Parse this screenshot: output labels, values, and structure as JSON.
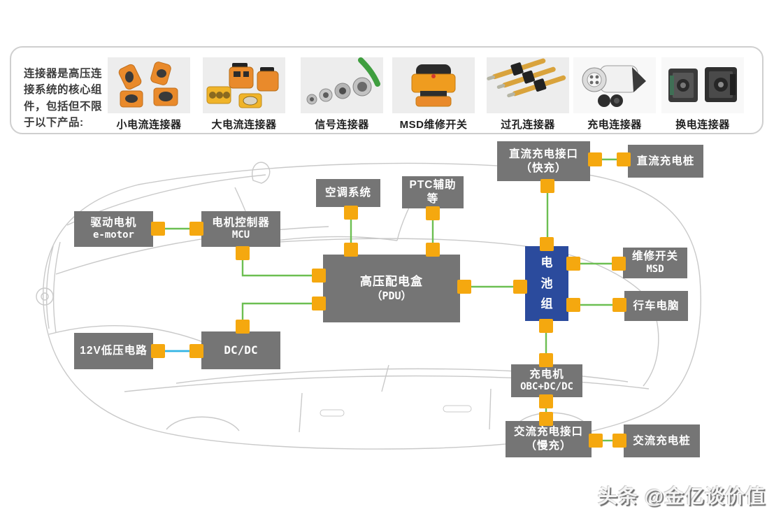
{
  "banner": {
    "intro": "连接器是高压连接系统的核心组件，包括但不限于以下产品:",
    "products": [
      {
        "label": "小电流连接器"
      },
      {
        "label": "大电流连接器"
      },
      {
        "label": "信号连接器"
      },
      {
        "label": "MSD维修开关"
      },
      {
        "label": "过孔连接器"
      },
      {
        "label": "充电连接器"
      },
      {
        "label": "换电连接器"
      }
    ]
  },
  "diagram": {
    "boxes": {
      "drive_motor": {
        "line1": "驱动电机",
        "line2": "e-motor"
      },
      "mcu": {
        "line1": "电机控制器",
        "line2": "MCU"
      },
      "hvac": {
        "line1": "空调系统"
      },
      "ptc": {
        "line1": "PTC辅助",
        "line2": "等"
      },
      "dc_charge_port": {
        "line1": "直流充电接口",
        "line2": "（快充）"
      },
      "dc_charge_pile": {
        "line1": "直流充电桩"
      },
      "pdu": {
        "line1": "高压配电盒",
        "line2": "（PDU）"
      },
      "battery": {
        "line1": "电池组"
      },
      "msd": {
        "line1": "维修开关",
        "line2": "MSD"
      },
      "trip_computer": {
        "line1": "行车电脑"
      },
      "lv_circuit": {
        "line1": "12V低压电路"
      },
      "dcdc": {
        "line1": "DC/DC"
      },
      "obc": {
        "line1": "充电机",
        "line2": "OBC+DC/DC"
      },
      "ac_charge_port": {
        "line1": "交流充电接口",
        "line2": "（慢充）"
      },
      "ac_charge_pile": {
        "line1": "交流充电桩"
      }
    },
    "colors": {
      "node_gray": "#757575",
      "battery_blue": "#2b4b9d",
      "connector_yellow": "#f5a80f",
      "hv_line_green": "#6cbf52",
      "lv_line_cyan": "#32b4e4"
    }
  },
  "watermark": "头条 @金亿谈价值"
}
